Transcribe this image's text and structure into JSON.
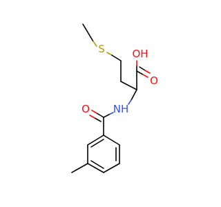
{
  "colors": {
    "carbon": "#000000",
    "sulfur": "#b3a100",
    "oxygen": "#ff0d0d",
    "nitrogen": "#3050f8"
  },
  "atoms": {
    "sulfur": "S",
    "hydroxyl": "OH",
    "acid_carbonyl_oxygen": "O",
    "amide_oxygen": "O",
    "amine": "NH"
  }
}
